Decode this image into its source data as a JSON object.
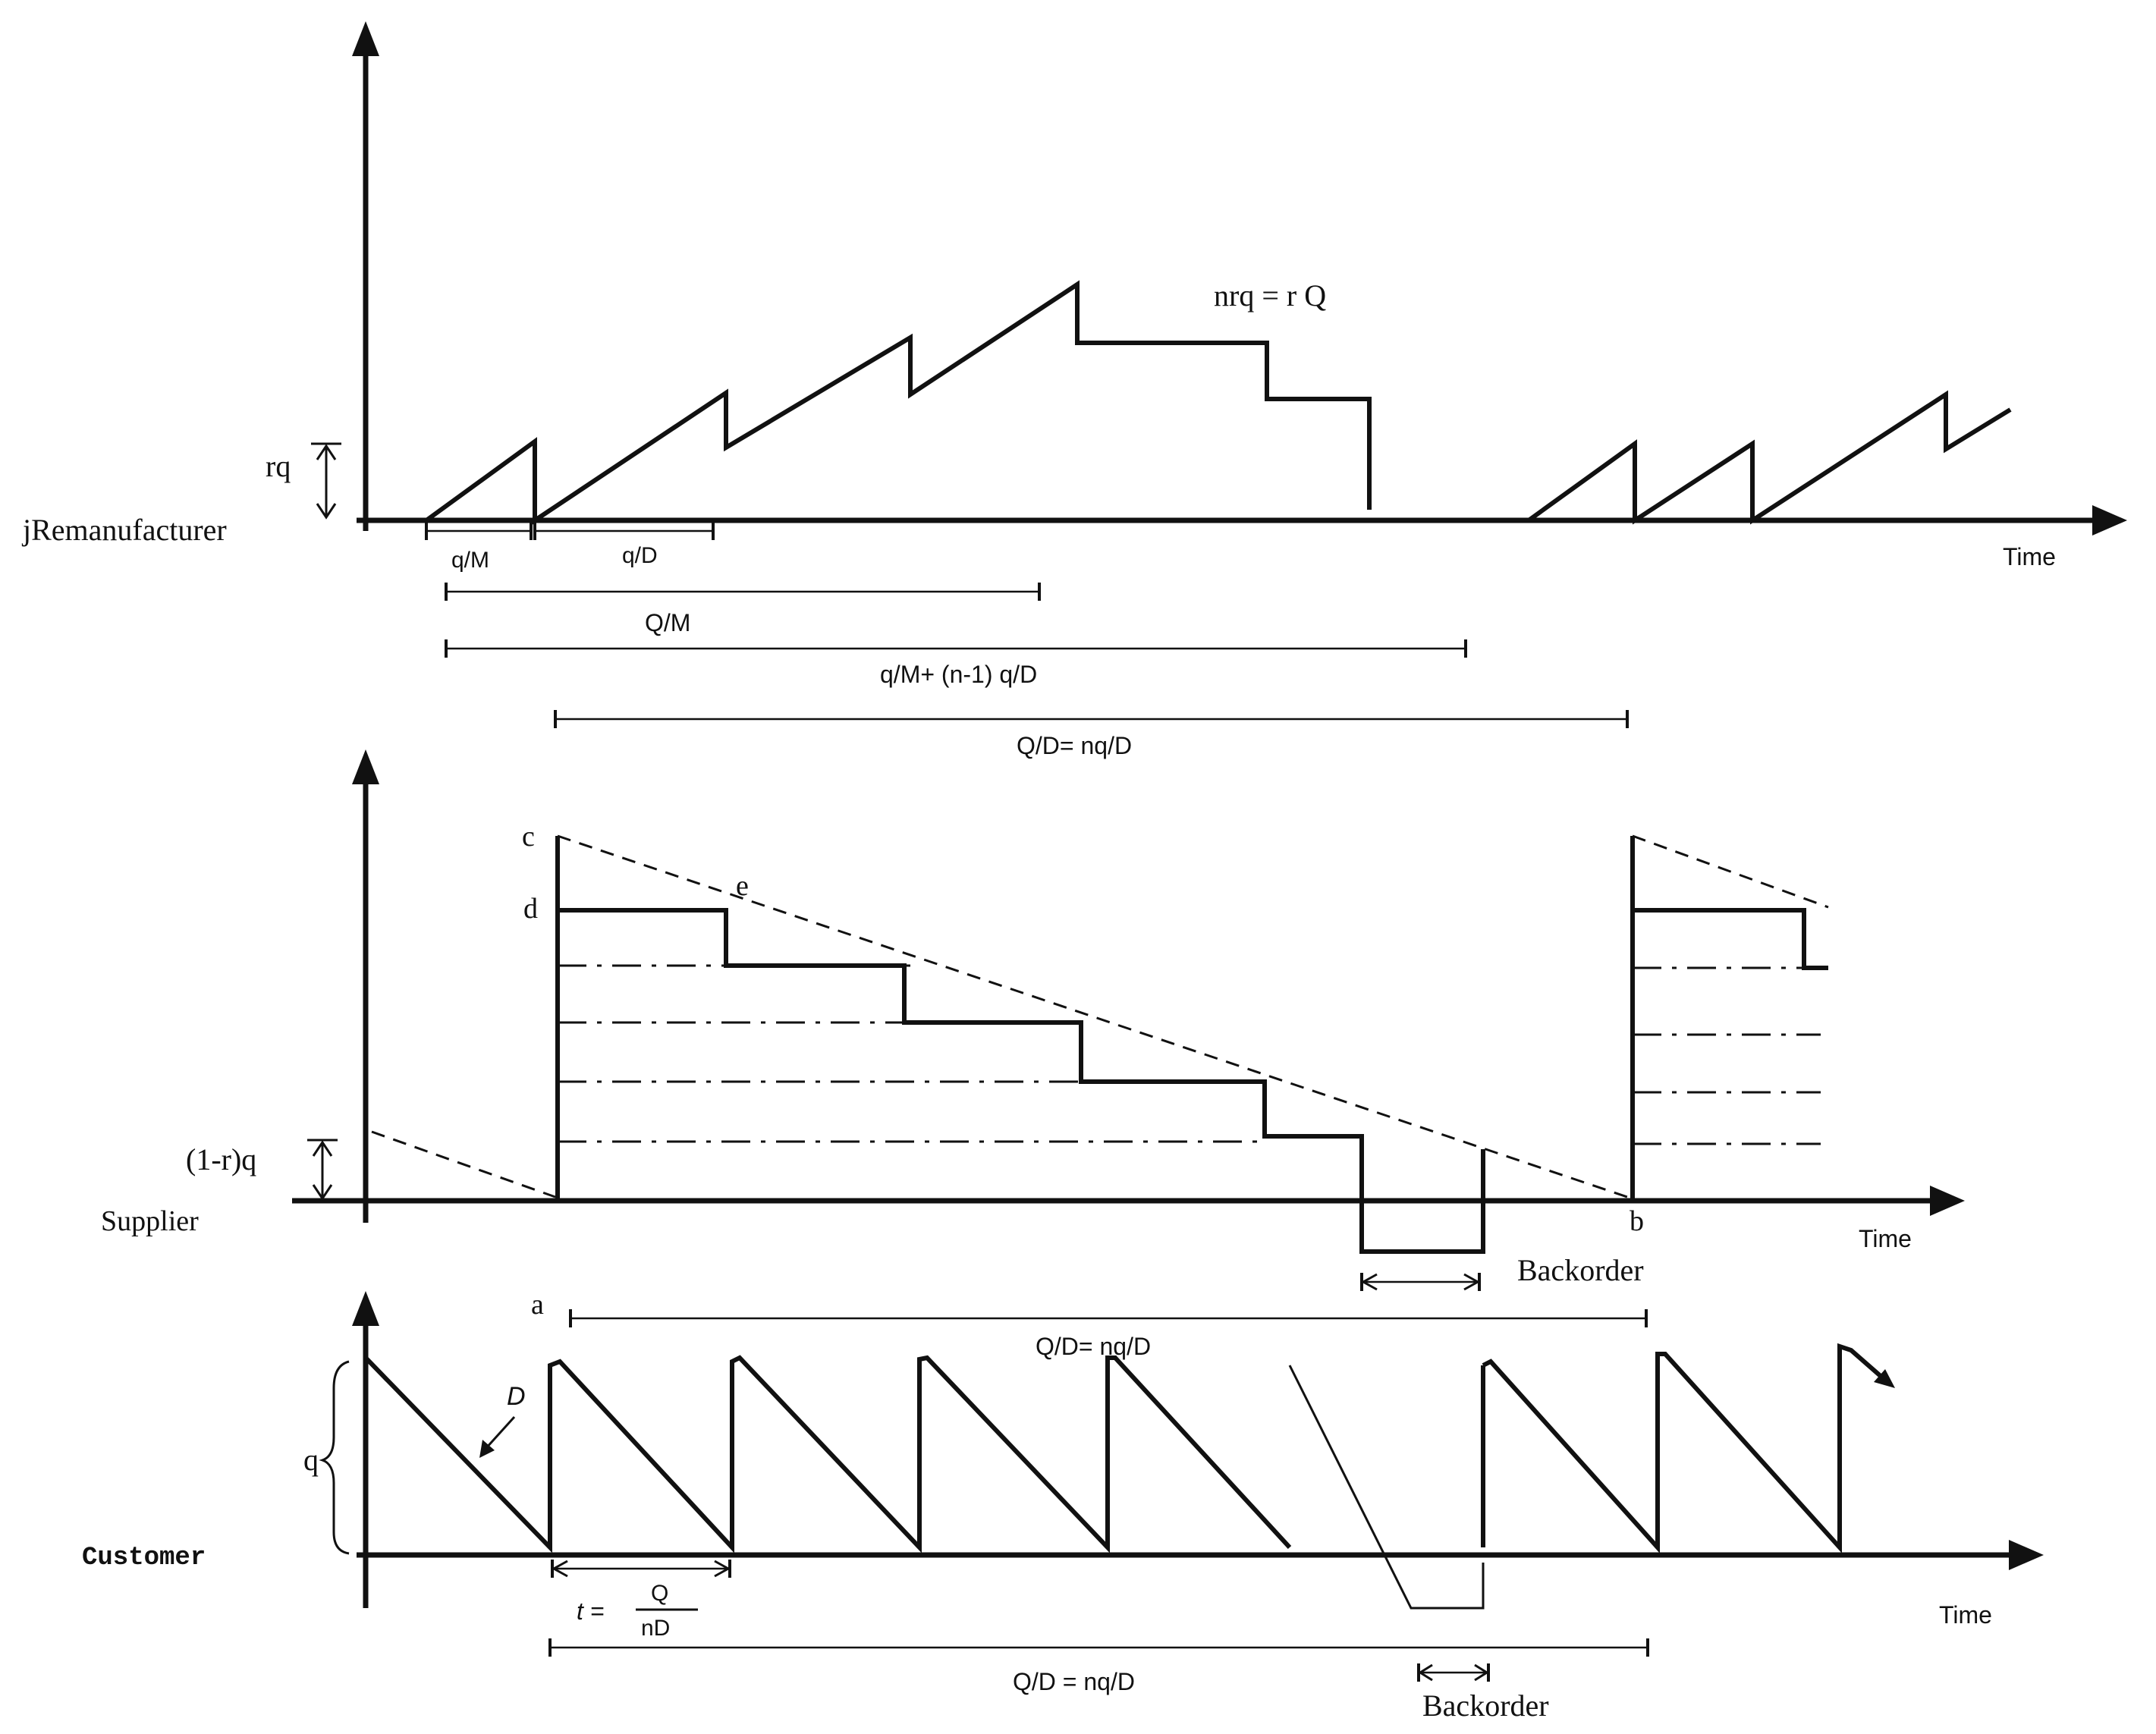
{
  "remanufacturer": {
    "label": "jRemanufacturer",
    "height_label": "rq",
    "peak_label": "nrq = r Q",
    "axis_label": "Time",
    "dims": {
      "q_over_m": "q/M",
      "q_over_d": "q/D",
      "big_q_over_m": "Q/M",
      "q_over_m_plus": "q/M+ (n-1) q/D",
      "cycle": "Q/D= nq/D"
    }
  },
  "supplier": {
    "label": "Supplier",
    "height_label": "(1-r)q",
    "axis_label": "Time",
    "point_a": "a",
    "point_b": "b",
    "point_c": "c",
    "point_d": "d",
    "point_e": "e",
    "backorder_label": "Backorder",
    "cycle": "Q/D= nq/D"
  },
  "customer": {
    "label": "Customer",
    "height_label": "q",
    "demand_label": "D",
    "axis_label": "Time",
    "t_label": "t =",
    "t_num": "Q",
    "t_den": "nD",
    "cycle": "Q/D = nq/D",
    "backorder_label": "Backorder"
  }
}
